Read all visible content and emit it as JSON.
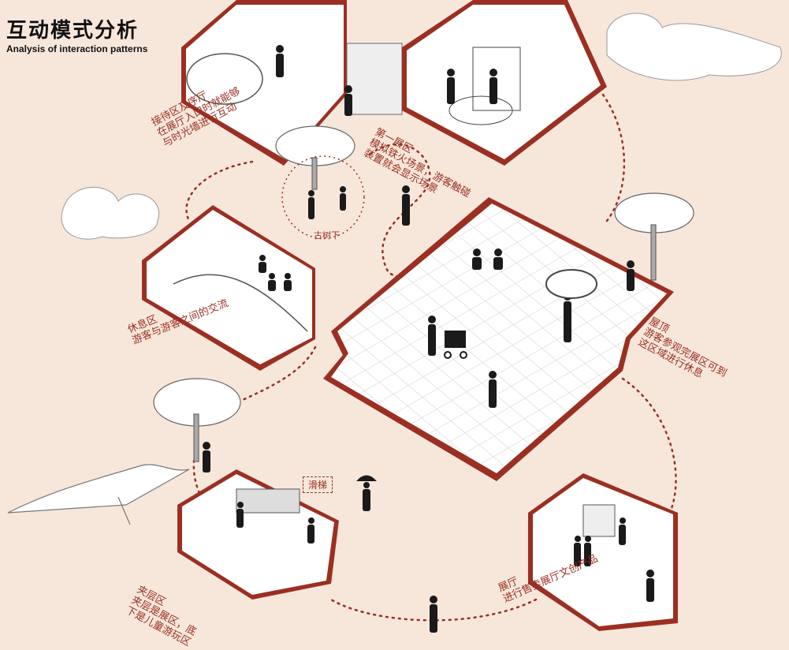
{
  "title": {
    "main": "互动模式分析",
    "sub": "Analysis of interaction patterns"
  },
  "colors": {
    "background": "#f7e7db",
    "accent": "#9a2f22",
    "wall": "#ffffff",
    "figure": "#1a1a1a"
  },
  "zones": [
    {
      "id": "reception",
      "name": "接待区及序厅",
      "desc": [
        "在展厅入口时就能够",
        "与时光墙进行互动"
      ]
    },
    {
      "id": "floor1",
      "name": "第一展区",
      "desc": [
        "模拟铁火场景，游客触碰",
        "装置就会显示场景"
      ]
    },
    {
      "id": "tree",
      "name": "古树下",
      "desc": []
    },
    {
      "id": "rest",
      "name": "休息区",
      "desc": [
        "游客与游客之间的交流"
      ]
    },
    {
      "id": "roof",
      "name": "屋顶",
      "desc": [
        "游客参观完展区可到",
        "这区域进行休息"
      ]
    },
    {
      "id": "mezzanine",
      "name": "夹层区",
      "desc": [
        "夹层是展区，底",
        "下是儿童游玩区"
      ]
    },
    {
      "id": "hall",
      "name": "展厅",
      "desc": [
        "进行售卖展厅文创产品"
      ]
    }
  ],
  "slide_label": "滑梯",
  "icons": [
    "tree-icon",
    "person-icon",
    "stroller-icon",
    "umbrella-icon",
    "kite-icon",
    "cloud-icon"
  ]
}
